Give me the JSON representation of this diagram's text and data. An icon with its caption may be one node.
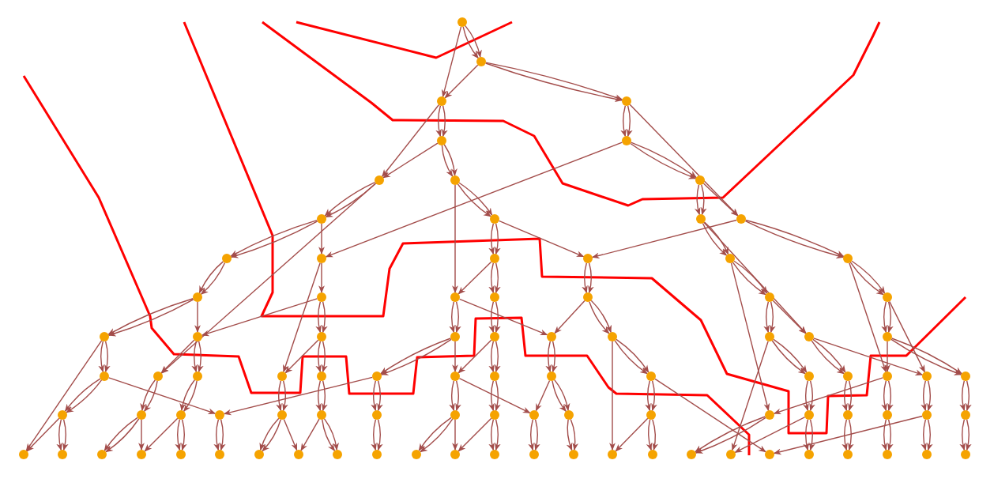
{
  "diagram": {
    "nodes": [
      {
        "text": [],
        "shape": "circle"
      },
      {
        "text": [],
        "shape": "circle"
      },
      {
        "text": [],
        "shape": "circle"
      },
      {
        "text": [],
        "shape": "circle"
      },
      {
        "text": [],
        "shape": "circle"
      },
      {
        "text": [],
        "shape": "circle"
      },
      {
        "text": [],
        "shape": "circle"
      },
      {
        "text": [],
        "shape": "circle"
      },
      {
        "text": [],
        "shape": "circle"
      },
      {
        "text": [],
        "shape": "circle"
      },
      {
        "text": [],
        "shape": "circle"
      },
      {
        "text": [],
        "shape": "circle"
      },
      {
        "text": [],
        "shape": "circle"
      },
      {
        "text": [],
        "shape": "circle"
      },
      {
        "text": [],
        "shape": "circle"
      },
      {
        "text": [],
        "shape": "circle"
      },
      {
        "text": [],
        "shape": "circle"
      },
      {
        "text": [],
        "shape": "circle"
      },
      {
        "text": [],
        "shape": "circle"
      },
      {
        "text": [],
        "shape": "circle"
      },
      {
        "text": [],
        "shape": "circle"
      },
      {
        "text": [],
        "shape": "circle"
      },
      {
        "text": [],
        "shape": "circle"
      },
      {
        "text": [],
        "shape": "circle"
      },
      {
        "text": [],
        "shape": "circle"
      },
      {
        "text": [],
        "shape": "circle"
      },
      {
        "text": [],
        "shape": "circle"
      },
      {
        "text": [],
        "shape": "circle"
      },
      {
        "text": [],
        "shape": "circle"
      },
      {
        "text": [],
        "shape": "circle"
      },
      {
        "text": [],
        "shape": "circle"
      },
      {
        "text": [],
        "shape": "circle"
      },
      {
        "text": [],
        "shape": "circle"
      },
      {
        "text": [],
        "shape": "circle"
      },
      {
        "text": [],
        "shape": "circle"
      },
      {
        "text": [],
        "shape": "circle"
      },
      {
        "text": [],
        "shape": "circle"
      },
      {
        "text": [],
        "shape": "circle"
      },
      {
        "text": [],
        "shape": "circle"
      },
      {
        "text": [],
        "shape": "circle"
      },
      {
        "text": [],
        "shape": "circle"
      },
      {
        "text": [],
        "shape": "circle"
      },
      {
        "text": [],
        "shape": "circle"
      },
      {
        "text": [],
        "shape": "circle"
      },
      {
        "text": [],
        "shape": "circle"
      },
      {
        "text": [],
        "shape": "circle"
      },
      {
        "text": [],
        "shape": "circle"
      },
      {
        "text": [],
        "shape": "circle"
      },
      {
        "text": [],
        "shape": "circle"
      },
      {
        "text": [],
        "shape": "circle"
      },
      {
        "text": [],
        "shape": "circle"
      },
      {
        "text": [],
        "shape": "circle"
      },
      {
        "text": [],
        "shape": "circle"
      },
      {
        "text": [],
        "shape": "circle"
      },
      {
        "text": [],
        "shape": "circle"
      },
      {
        "text": [],
        "shape": "circle"
      },
      {
        "text": [],
        "shape": "circle"
      },
      {
        "text": [],
        "shape": "circle"
      },
      {
        "text": [],
        "shape": "circle"
      },
      {
        "text": [],
        "shape": "circle"
      },
      {
        "text": [],
        "shape": "circle"
      },
      {
        "text": [],
        "shape": "circle"
      },
      {
        "text": [],
        "shape": "circle"
      },
      {
        "text": [],
        "shape": "circle"
      },
      {
        "text": [],
        "shape": "circle"
      },
      {
        "text": [],
        "shape": "circle"
      },
      {
        "text": [],
        "shape": "circle"
      },
      {
        "text": [],
        "shape": "circle"
      },
      {
        "text": [],
        "shape": "circle"
      },
      {
        "text": [],
        "shape": "circle"
      },
      {
        "text": [],
        "shape": "circle"
      },
      {
        "text": [],
        "shape": "circle"
      },
      {
        "text": [],
        "shape": "circle"
      },
      {
        "text": [],
        "shape": "circle"
      },
      {
        "text": [],
        "shape": "circle"
      },
      {
        "text": [],
        "shape": "circle"
      },
      {
        "text": [],
        "shape": "circle"
      },
      {
        "text": [],
        "shape": "circle"
      },
      {
        "text": [],
        "shape": "circle"
      },
      {
        "text": [],
        "shape": "circle"
      },
      {
        "text": [],
        "shape": "circle"
      },
      {
        "text": [],
        "shape": "circle"
      },
      {
        "text": [],
        "shape": "circle"
      },
      {
        "text": [],
        "shape": "circle"
      },
      {
        "text": [],
        "shape": "circle"
      },
      {
        "text": [],
        "shape": "circle"
      },
      {
        "text": [],
        "shape": "circle"
      },
      {
        "text": [],
        "shape": "circle"
      },
      {
        "text": [],
        "shape": "circle"
      },
      {
        "text": [],
        "shape": "circle"
      },
      {
        "text": [],
        "shape": "circle"
      },
      {
        "text": [],
        "shape": "circle"
      },
      {
        "text": [],
        "shape": "circle"
      },
      {
        "text": [],
        "shape": "circle"
      }
    ],
    "edges": [
      {
        "from": 0,
        "to": 1,
        "arrow": "to"
      },
      {
        "from": 0,
        "to": 1,
        "arrow": "to"
      },
      {
        "from": 0,
        "to": 2,
        "arrow": "to"
      },
      {
        "from": 1,
        "to": 2,
        "arrow": "to"
      },
      {
        "from": 1,
        "to": 3,
        "arrow": "to"
      },
      {
        "from": 1,
        "to": 3,
        "arrow": "to"
      },
      {
        "from": 2,
        "to": 4,
        "arrow": "to"
      },
      {
        "from": 2,
        "to": 4,
        "arrow": "to"
      },
      {
        "from": 2,
        "to": 6,
        "arrow": "to"
      },
      {
        "from": 3,
        "to": 5,
        "arrow": "to"
      },
      {
        "from": 3,
        "to": 5,
        "arrow": "to"
      },
      {
        "from": 3,
        "to": 12,
        "arrow": "to"
      },
      {
        "from": 4,
        "to": 6,
        "arrow": "to"
      },
      {
        "from": 4,
        "to": 7,
        "arrow": "to"
      },
      {
        "from": 4,
        "to": 7,
        "arrow": "to"
      },
      {
        "from": 5,
        "to": 8,
        "arrow": "to"
      },
      {
        "from": 5,
        "to": 8,
        "arrow": "to"
      },
      {
        "from": 5,
        "to": 14,
        "arrow": "to"
      },
      {
        "from": 6,
        "to": 9,
        "arrow": "to"
      },
      {
        "from": 6,
        "to": 9,
        "arrow": "to"
      },
      {
        "from": 6,
        "to": 37,
        "arrow": "to"
      },
      {
        "from": 7,
        "to": 10,
        "arrow": "to"
      },
      {
        "from": 7,
        "to": 10,
        "arrow": "to"
      },
      {
        "from": 7,
        "to": 21,
        "arrow": "to"
      },
      {
        "from": 8,
        "to": 11,
        "arrow": "to"
      },
      {
        "from": 8,
        "to": 11,
        "arrow": "to"
      },
      {
        "from": 8,
        "to": 12,
        "arrow": "to"
      },
      {
        "from": 9,
        "to": 13,
        "arrow": "to"
      },
      {
        "from": 9,
        "to": 13,
        "arrow": "to"
      },
      {
        "from": 9,
        "to": 14,
        "arrow": "to"
      },
      {
        "from": 10,
        "to": 15,
        "arrow": "to"
      },
      {
        "from": 10,
        "to": 15,
        "arrow": "to"
      },
      {
        "from": 10,
        "to": 16,
        "arrow": "to"
      },
      {
        "from": 11,
        "to": 17,
        "arrow": "to"
      },
      {
        "from": 11,
        "to": 17,
        "arrow": "to"
      },
      {
        "from": 11,
        "to": 34,
        "arrow": "to"
      },
      {
        "from": 12,
        "to": 16,
        "arrow": "to"
      },
      {
        "from": 12,
        "to": 18,
        "arrow": "to"
      },
      {
        "from": 12,
        "to": 18,
        "arrow": "to"
      },
      {
        "from": 13,
        "to": 19,
        "arrow": "to"
      },
      {
        "from": 13,
        "to": 19,
        "arrow": "to"
      },
      {
        "from": 14,
        "to": 20,
        "arrow": "to"
      },
      {
        "from": 14,
        "to": 39,
        "arrow": "to"
      },
      {
        "from": 15,
        "to": 21,
        "arrow": "to"
      },
      {
        "from": 15,
        "to": 22,
        "arrow": "to"
      },
      {
        "from": 15,
        "to": 22,
        "arrow": "to"
      },
      {
        "from": 16,
        "to": 23,
        "arrow": "to"
      },
      {
        "from": 16,
        "to": 23,
        "arrow": "to"
      },
      {
        "from": 17,
        "to": 24,
        "arrow": "to"
      },
      {
        "from": 17,
        "to": 24,
        "arrow": "to"
      },
      {
        "from": 17,
        "to": 63,
        "arrow": "to"
      },
      {
        "from": 18,
        "to": 25,
        "arrow": "to"
      },
      {
        "from": 18,
        "to": 25,
        "arrow": "to"
      },
      {
        "from": 18,
        "to": 48,
        "arrow": "to"
      },
      {
        "from": 19,
        "to": 26,
        "arrow": "to"
      },
      {
        "from": 19,
        "to": 26,
        "arrow": "to"
      },
      {
        "from": 19,
        "to": 27,
        "arrow": "to"
      },
      {
        "from": 20,
        "to": 27,
        "arrow": "to"
      },
      {
        "from": 20,
        "to": 28,
        "arrow": "to"
      },
      {
        "from": 20,
        "to": 28,
        "arrow": "to"
      },
      {
        "from": 21,
        "to": 29,
        "arrow": "to"
      },
      {
        "from": 21,
        "to": 29,
        "arrow": "to"
      },
      {
        "from": 21,
        "to": 31,
        "arrow": "to"
      },
      {
        "from": 22,
        "to": 30,
        "arrow": "to"
      },
      {
        "from": 22,
        "to": 30,
        "arrow": "to"
      },
      {
        "from": 23,
        "to": 31,
        "arrow": "to"
      },
      {
        "from": 23,
        "to": 32,
        "arrow": "to"
      },
      {
        "from": 23,
        "to": 32,
        "arrow": "to"
      },
      {
        "from": 24,
        "to": 33,
        "arrow": "to"
      },
      {
        "from": 24,
        "to": 33,
        "arrow": "to"
      },
      {
        "from": 24,
        "to": 34,
        "arrow": "to"
      },
      {
        "from": 25,
        "to": 35,
        "arrow": "to"
      },
      {
        "from": 25,
        "to": 35,
        "arrow": "to"
      },
      {
        "from": 25,
        "to": 49,
        "arrow": "to"
      },
      {
        "from": 26,
        "to": 36,
        "arrow": "to"
      },
      {
        "from": 26,
        "to": 36,
        "arrow": "to"
      },
      {
        "from": 26,
        "to": 69,
        "arrow": "to"
      },
      {
        "from": 27,
        "to": 37,
        "arrow": "to"
      },
      {
        "from": 27,
        "to": 38,
        "arrow": "to"
      },
      {
        "from": 27,
        "to": 38,
        "arrow": "to"
      },
      {
        "from": 28,
        "to": 39,
        "arrow": "to"
      },
      {
        "from": 28,
        "to": 40,
        "arrow": "to"
      },
      {
        "from": 28,
        "to": 40,
        "arrow": "to"
      },
      {
        "from": 29,
        "to": 41,
        "arrow": "to"
      },
      {
        "from": 29,
        "to": 41,
        "arrow": "to"
      },
      {
        "from": 29,
        "to": 42,
        "arrow": "to"
      },
      {
        "from": 30,
        "to": 42,
        "arrow": "to"
      },
      {
        "from": 30,
        "to": 43,
        "arrow": "to"
      },
      {
        "from": 30,
        "to": 43,
        "arrow": "to"
      },
      {
        "from": 31,
        "to": 44,
        "arrow": "to"
      },
      {
        "from": 31,
        "to": 44,
        "arrow": "to"
      },
      {
        "from": 32,
        "to": 45,
        "arrow": "to"
      },
      {
        "from": 32,
        "to": 45,
        "arrow": "to"
      },
      {
        "from": 32,
        "to": 84,
        "arrow": "to"
      },
      {
        "from": 33,
        "to": 46,
        "arrow": "to"
      },
      {
        "from": 33,
        "to": 46,
        "arrow": "to"
      },
      {
        "from": 33,
        "to": 87,
        "arrow": "to"
      },
      {
        "from": 34,
        "to": 47,
        "arrow": "to"
      },
      {
        "from": 34,
        "to": 47,
        "arrow": "to"
      },
      {
        "from": 34,
        "to": 49,
        "arrow": "to"
      },
      {
        "from": 35,
        "to": 48,
        "arrow": "to"
      },
      {
        "from": 35,
        "to": 50,
        "arrow": "to"
      },
      {
        "from": 35,
        "to": 50,
        "arrow": "to"
      },
      {
        "from": 36,
        "to": 51,
        "arrow": "to"
      },
      {
        "from": 36,
        "to": 51,
        "arrow": "to"
      },
      {
        "from": 36,
        "to": 54,
        "arrow": "to"
      },
      {
        "from": 37,
        "to": 52,
        "arrow": "to"
      },
      {
        "from": 37,
        "to": 52,
        "arrow": "to"
      },
      {
        "from": 38,
        "to": 53,
        "arrow": "to"
      },
      {
        "from": 38,
        "to": 53,
        "arrow": "to"
      },
      {
        "from": 39,
        "to": 55,
        "arrow": "to"
      },
      {
        "from": 39,
        "to": 55,
        "arrow": "to"
      },
      {
        "from": 40,
        "to": 56,
        "arrow": "to"
      },
      {
        "from": 40,
        "to": 56,
        "arrow": "to"
      },
      {
        "from": 41,
        "to": 57,
        "arrow": "to"
      },
      {
        "from": 41,
        "to": 57,
        "arrow": "to"
      },
      {
        "from": 41,
        "to": 54,
        "arrow": "to"
      },
      {
        "from": 42,
        "to": 58,
        "arrow": "to"
      },
      {
        "from": 42,
        "to": 58,
        "arrow": "to"
      },
      {
        "from": 42,
        "to": 60,
        "arrow": "to"
      },
      {
        "from": 43,
        "to": 59,
        "arrow": "to"
      },
      {
        "from": 43,
        "to": 59,
        "arrow": "to"
      },
      {
        "from": 44,
        "to": 60,
        "arrow": "to"
      },
      {
        "from": 44,
        "to": 61,
        "arrow": "to"
      },
      {
        "from": 44,
        "to": 61,
        "arrow": "to"
      },
      {
        "from": 45,
        "to": 62,
        "arrow": "to"
      },
      {
        "from": 45,
        "to": 62,
        "arrow": "to"
      },
      {
        "from": 45,
        "to": 88,
        "arrow": "to"
      },
      {
        "from": 46,
        "to": 64,
        "arrow": "to"
      },
      {
        "from": 46,
        "to": 64,
        "arrow": "to"
      },
      {
        "from": 47,
        "to": 65,
        "arrow": "to"
      },
      {
        "from": 47,
        "to": 65,
        "arrow": "to"
      },
      {
        "from": 48,
        "to": 66,
        "arrow": "to"
      },
      {
        "from": 48,
        "to": 66,
        "arrow": "to"
      },
      {
        "from": 48,
        "to": 63,
        "arrow": "to"
      },
      {
        "from": 49,
        "to": 67,
        "arrow": "to"
      },
      {
        "from": 49,
        "to": 67,
        "arrow": "to"
      },
      {
        "from": 50,
        "to": 68,
        "arrow": "to"
      },
      {
        "from": 50,
        "to": 68,
        "arrow": "to"
      },
      {
        "from": 51,
        "to": 69,
        "arrow": "to"
      },
      {
        "from": 51,
        "to": 70,
        "arrow": "to"
      },
      {
        "from": 51,
        "to": 70,
        "arrow": "to"
      },
      {
        "from": 52,
        "to": 71,
        "arrow": "to"
      },
      {
        "from": 52,
        "to": 71,
        "arrow": "to"
      },
      {
        "from": 52,
        "to": 72,
        "arrow": "to"
      },
      {
        "from": 53,
        "to": 72,
        "arrow": "to"
      },
      {
        "from": 53,
        "to": 73,
        "arrow": "to"
      },
      {
        "from": 53,
        "to": 73,
        "arrow": "to"
      },
      {
        "from": 54,
        "to": 74,
        "arrow": "to"
      },
      {
        "from": 54,
        "to": 74,
        "arrow": "to"
      },
      {
        "from": 55,
        "to": 75,
        "arrow": "to"
      },
      {
        "from": 55,
        "to": 75,
        "arrow": "to"
      },
      {
        "from": 55,
        "to": 76,
        "arrow": "to"
      },
      {
        "from": 56,
        "to": 76,
        "arrow": "to"
      },
      {
        "from": 56,
        "to": 77,
        "arrow": "to"
      },
      {
        "from": 56,
        "to": 77,
        "arrow": "to"
      },
      {
        "from": 57,
        "to": 78,
        "arrow": "to"
      },
      {
        "from": 57,
        "to": 78,
        "arrow": "to"
      },
      {
        "from": 58,
        "to": 79,
        "arrow": "to"
      },
      {
        "from": 58,
        "to": 79,
        "arrow": "to"
      },
      {
        "from": 58,
        "to": 80,
        "arrow": "to"
      },
      {
        "from": 59,
        "to": 80,
        "arrow": "to"
      },
      {
        "from": 59,
        "to": 81,
        "arrow": "to"
      },
      {
        "from": 59,
        "to": 81,
        "arrow": "to"
      },
      {
        "from": 60,
        "to": 82,
        "arrow": "to"
      },
      {
        "from": 60,
        "to": 82,
        "arrow": "to"
      },
      {
        "from": 61,
        "to": 83,
        "arrow": "to"
      },
      {
        "from": 61,
        "to": 83,
        "arrow": "to"
      },
      {
        "from": 62,
        "to": 84,
        "arrow": "to"
      },
      {
        "from": 62,
        "to": 85,
        "arrow": "to"
      },
      {
        "from": 62,
        "to": 85,
        "arrow": "to"
      },
      {
        "from": 63,
        "to": 86,
        "arrow": "to"
      },
      {
        "from": 63,
        "to": 86,
        "arrow": "to"
      },
      {
        "from": 64,
        "to": 87,
        "arrow": "to"
      },
      {
        "from": 64,
        "to": 89,
        "arrow": "to"
      },
      {
        "from": 64,
        "to": 89,
        "arrow": "to"
      },
      {
        "from": 65,
        "to": 90,
        "arrow": "to"
      },
      {
        "from": 65,
        "to": 90,
        "arrow": "to"
      },
      {
        "from": 66,
        "to": 91,
        "arrow": "to"
      },
      {
        "from": 66,
        "to": 91,
        "arrow": "to"
      },
      {
        "from": 67,
        "to": 92,
        "arrow": "to"
      },
      {
        "from": 67,
        "to": 92,
        "arrow": "to"
      },
      {
        "from": 67,
        "to": 88,
        "arrow": "to"
      },
      {
        "from": 68,
        "to": 93,
        "arrow": "to"
      },
      {
        "from": 68,
        "to": 93,
        "arrow": "to"
      }
    ]
  }
}
